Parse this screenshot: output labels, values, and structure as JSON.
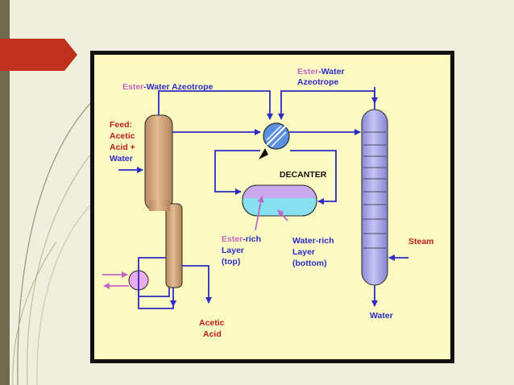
{
  "colors": {
    "slide_bg": "#eef0dd",
    "sidebar": "#6f6a4c",
    "accent_arrow": "#c0311c",
    "diagram_bg": "#fdfbc2",
    "line": "#2b2bc8",
    "ester": "#c266c8",
    "label_red": "#b81d1d",
    "column_tan": "#d2a77a",
    "column_blue": "#a7a4e6",
    "decanter_top": "#c9a8ee",
    "decanter_bottom": "#86e0ee"
  },
  "labels": {
    "azeotrope_left_ester": "Ester",
    "azeotrope_left_rest": "-Water Azeotrope",
    "azeotrope_right_ester": "Ester",
    "azeotrope_right_line1_rest": "-Water",
    "azeotrope_right_line2": "Azeotrope",
    "feed": [
      "Feed:",
      "Acetic",
      "Acid +",
      "Water"
    ],
    "decanter": "DECANTER",
    "ester_rich_ester": "Ester",
    "ester_rich_rest": "-rich",
    "ester_rich_line2": "Layer",
    "ester_rich_line3": "(top)",
    "water_rich": [
      "Water-rich",
      "Layer",
      "(bottom)"
    ],
    "steam": "Steam",
    "water_out": "Water",
    "acetic_acid": [
      "Acetic",
      "Acid"
    ]
  }
}
